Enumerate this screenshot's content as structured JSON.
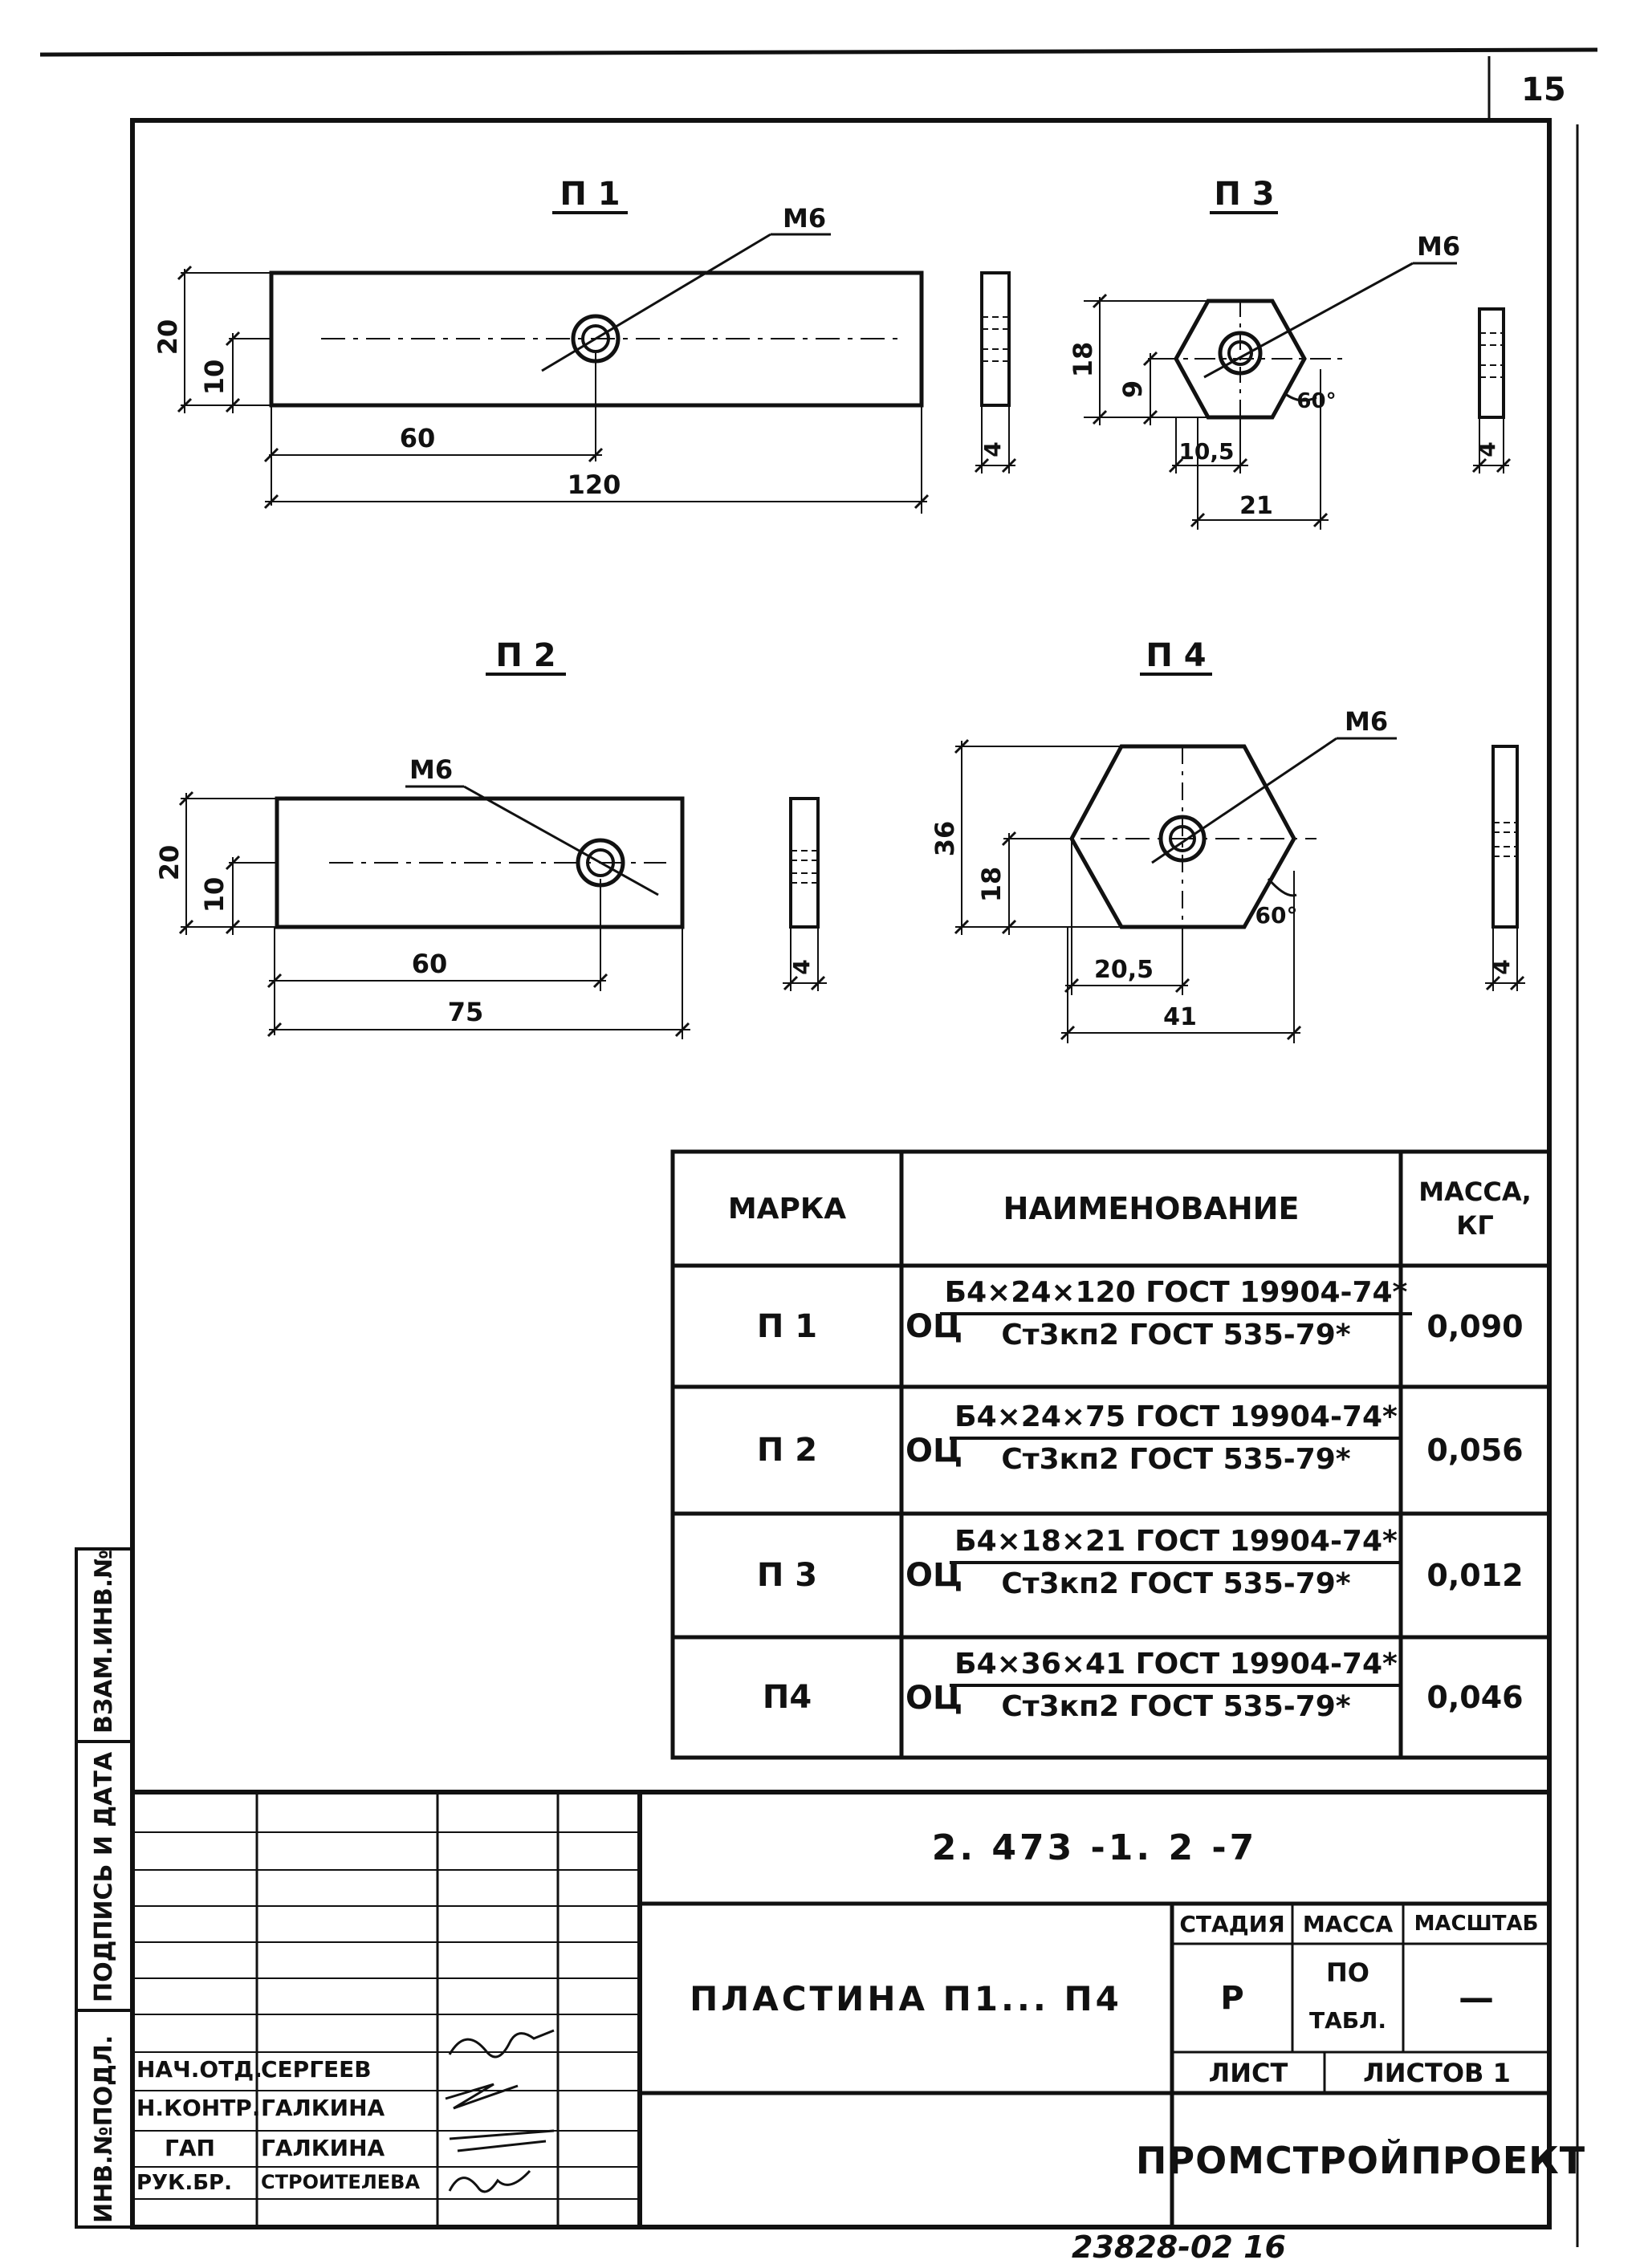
{
  "sheet_number": "15",
  "parts": {
    "p1": {
      "label": "П 1",
      "thread": "М6",
      "dim_height": "20",
      "dim_hole_y": "10",
      "dim_hole_x": "60",
      "dim_length": "120",
      "dim_thickness": "4"
    },
    "p2": {
      "label": "П 2",
      "thread": "М6",
      "dim_height": "20",
      "dim_hole_y": "10",
      "dim_hole_x": "60",
      "dim_length": "75",
      "dim_thickness": "4"
    },
    "p3": {
      "label": "П 3",
      "thread": "М6",
      "dim_height": "18",
      "dim_hole_y": "9",
      "dim_hole_x": "10,5",
      "dim_length": "21",
      "dim_thickness": "4",
      "angle": "60°"
    },
    "p4": {
      "label": "П 4",
      "thread": "М6",
      "dim_height": "36",
      "dim_hole_y": "18",
      "dim_hole_x": "20,5",
      "dim_length": "41",
      "dim_thickness": "4",
      "angle": "60°"
    }
  },
  "spec_table": {
    "headers": {
      "mark": "МАРКА",
      "name": "НАИМЕНОВАНИЕ",
      "mass": "МАССА, КГ"
    },
    "rows": [
      {
        "mark": "П 1",
        "prefix": "ОЦ",
        "top": "Б4×24×120 ГОСТ 19904-74*",
        "bottom": "Ст3кп2 ГОСТ 535-79*",
        "mass": "0,090"
      },
      {
        "mark": "П 2",
        "prefix": "ОЦ",
        "top": "Б4×24×75 ГОСТ 19904-74*",
        "bottom": "Ст3кп2 ГОСТ 535-79*",
        "mass": "0,056"
      },
      {
        "mark": "П 3",
        "prefix": "ОЦ",
        "top": "Б4×18×21 ГОСТ 19904-74*",
        "bottom": "Ст3кп2 ГОСТ 535-79*",
        "mass": "0,012"
      },
      {
        "mark": "П4",
        "prefix": "ОЦ",
        "top": "Б4×36×41 ГОСТ 19904-74*",
        "bottom": "Ст3кп2 ГОСТ 535-79*",
        "mass": "0,046"
      }
    ]
  },
  "title_block": {
    "doc_code": "2. 473 -1. 2 -7",
    "title": "ПЛАСТИНА П1... П4",
    "stage_label": "СТАДИЯ",
    "mass_label": "МАССА",
    "scale_label": "МАСШТАБ",
    "stage_value": "Р",
    "mass_value_1": "ПО",
    "mass_value_2": "ТАБЛ.",
    "scale_value": "—",
    "sheet_label": "ЛИСТ",
    "sheets_label": "ЛИСТОВ 1",
    "company": "ПРОМСТРОЙПРОЕКТ",
    "signers": [
      {
        "role": "НАЧ.ОТД.",
        "name": "СЕРГЕЕВ"
      },
      {
        "role": "Н.КОНТР.",
        "name": "ГАЛКИНА"
      },
      {
        "role": "ГАП",
        "name": "ГАЛКИНА"
      },
      {
        "role": "РУК.БР.",
        "name": "СТРОИТЕЛЕВА"
      }
    ],
    "bottom_number": "23828-02   16"
  },
  "side_stamps": {
    "inv_orig": "ИНВ.№ПОДЛ.",
    "sign_date": "ПОДПИСЬ И ДАТА",
    "replace_inv": "ВЗАМ.ИНВ.№"
  }
}
